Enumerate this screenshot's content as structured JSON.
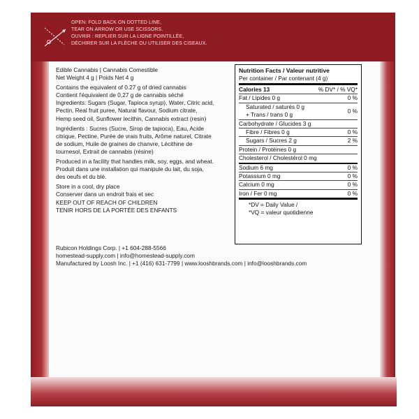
{
  "tear_instructions": {
    "line1": "OPEN: FOLD BACK ON DOTTED LINE,",
    "line2": "TEAR ON ARROW OR USE SCISSORS.",
    "line3": "OUVRIR : REPLIER SUR LA LIGNE POINTILLÉE,",
    "line4": "DÉCHIRER SUR LA FLÈCHE OU UTILISER DES CISEAUX."
  },
  "product": {
    "name": "Edible Cannabis | Cannabis Comestible",
    "net_weight": "Net Weight 4 g | Poids Net 4 g",
    "equivalent_en": "Contains the equivalent of 0.27 g of dried cannabis",
    "equivalent_fr": "Contient l'équivalent de 0,27 g de cannabis séché",
    "ingredients_en_1": "Ingredients: Sugars (Sugar, Tapioca syrup), Water, Citric acid,",
    "ingredients_en_2": "Pectin, Real fruit puree, Natural flavour, Sodium citrate,",
    "ingredients_en_3": "Hemp seed oil, Sunflower lecithin, Cannabis extract (resin)",
    "ingredients_fr_1": "Ingrédients : Sucres (Sucre, Sirop de tapioca), Eau, Acide",
    "ingredients_fr_2": "citrique, Pectine, Purée de vrais fruits, Arôme naturel, Citrate",
    "ingredients_fr_3": "de sodium, Huile de graines de chanvre, Lécithine de",
    "ingredients_fr_4": "tournesol, Extrait de cannabis (résine)",
    "allergen_en": "Produced in a facility that handles milk, soy, eggs, and wheat.",
    "allergen_fr_1": "Produit dans une installation qui manipule du lait, du soja,",
    "allergen_fr_2": "des oeufs et du blé.",
    "storage_en": "Store in a cool, dry place",
    "storage_fr": "Conserver dans un endroit frais et sec",
    "warning_en": "KEEP OUT OF REACH OF CHILDREN",
    "warning_fr": "TENIR HORS DE LA PORTÉE DES ENFANTS",
    "distributor": "Rubicon Holdings Corp. | +1 604-288-5566",
    "distributor_contact": "homestead-supply.com | info@homestead-supply.com",
    "manufacturer": "Manufactured by Loosh Inc. | +1 (416) 631-7799 | www.looshbrands.com | info@looshbrands.com"
  },
  "nutrition": {
    "title": "Nutrition Facts / Valeur nutritive",
    "per_container": "Per container / Par contenant (4 g)",
    "calories_label": "Calories 13",
    "dv_header": "% DV* / % VQ*",
    "fat_label": "Fat / Lipides 0 g",
    "fat_pct": "0 %",
    "saturated_label": "Saturated / saturés 0 g",
    "trans_label": "+ Trans / trans 0 g",
    "sat_trans_pct": "0 %",
    "carb_label": "Carbohydrate / Glucides 3 g",
    "fibre_label": "Fibre / Fibres 0 g",
    "fibre_pct": "0 %",
    "sugars_label": "Sugars / Sucres 2 g",
    "sugars_pct": "2 %",
    "protein_label": "Protein / Protéines 0 g",
    "cholesterol_label": "Cholesterol / Cholestérol 0 mg",
    "sodium_label": "Sodium 6 mg",
    "sodium_pct": "0 %",
    "potassium_label": "Potassium 0 mg",
    "potassium_pct": "0 %",
    "calcium_label": "Calcium 0 mg",
    "calcium_pct": "0 %",
    "iron_label": "Iron / Fer 0 mg",
    "iron_pct": "0 %",
    "footnote_1": "*DV = Daily Value /",
    "footnote_2": "*VQ = valeur quotidienne"
  },
  "colors": {
    "brand_red": "#8e1b22",
    "panel_bg": "#fbfbfb",
    "text": "#1a1a1a"
  },
  "icons": {
    "tear": "scissors-tear-icon"
  }
}
